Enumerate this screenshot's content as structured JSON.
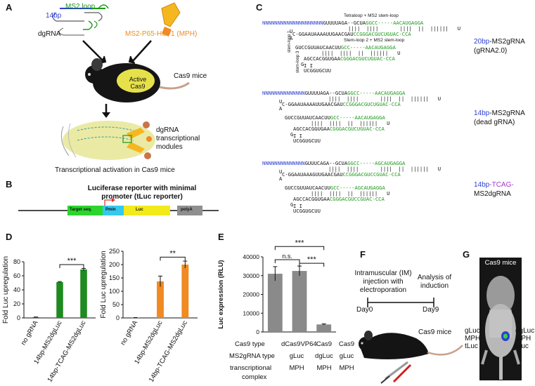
{
  "panel_labels": {
    "a": "A",
    "b": "B",
    "c": "C",
    "d": "D",
    "e": "E",
    "f": "F",
    "g": "G"
  },
  "panel_a": {
    "ms2_loop": "MS2 loop",
    "bp14": "14bp",
    "dgrna": "dgRNA",
    "mph_parts": [
      "MS2-",
      "P65-",
      "HSF1 (",
      "MPH",
      ")"
    ],
    "cas9_mice": "Cas9 mice",
    "active_cas9": [
      "Active",
      "Cas9"
    ],
    "modules": [
      "dgRNA",
      "transcriptional",
      "modules"
    ],
    "caption": "Transcriptional activation in Cas9 mice",
    "colors": {
      "blue": "#2b3fd1",
      "green": "#1a9a1a",
      "orange": "#f08a22",
      "yellow": "#e6e14a"
    }
  },
  "panel_b": {
    "title_line1": "Luciferase reporter with minimal",
    "title_line2": "promoter (tLuc reporter)",
    "segments": [
      "Target seq.",
      "Pmin",
      "Luc",
      "polyA"
    ]
  },
  "panel_c": {
    "annotations": {
      "tetraloop": "Tetraloop + MS2 stem-loop",
      "stemloop2": "Stem-loop 2 + MS2 stem-loop",
      "sl1": "stem-loop 1",
      "sl3": "stem-loop 3"
    },
    "labels": [
      {
        "colored": "20bp",
        "rest": "-MS2gRNA",
        "line2": "(gRNA2.0)"
      },
      {
        "colored": "14bp",
        "rest": "-MS2gRNA",
        "line2": "(dead gRNA)"
      },
      {
        "colored": "14bp",
        "colored2": "-TCAG-",
        "line2": "MS2dgRNA"
      }
    ],
    "seq": {
      "n20": "NNNNNNNNNNNNNNNNNNNN",
      "n14": "NNNNNNNNNNNNNN",
      "g1a": "GUUUUAGA--GCUA",
      "g1b": "GGCC-----AACAUGAGGA",
      "bars1": "||||  ||||       ||||  ||  ||||||   U",
      "u1": "U",
      "a1": "A",
      "l2a": "C-GGAAUAAAAUUGAACGAU",
      "l2b": "CCGGGACGUCUGUAC-CCA",
      "l3a": "GUCCGUUAUCAACUU",
      "l3b": "GCC-----AACAUGAGGA",
      "bars2": "||||  ||||  ||  ||||||   U",
      "l4a": "AGCCACGGUGAA",
      "l4b": "CGGGACGUCUGUAC-CCA",
      "g_": "G",
      "ii": "I I",
      "l5": "UCGGUGCUU",
      "g3a": "GUUUCAGA--GCUA",
      "g3b": "GGCC-----AGCAUGAGGA",
      "l2c": "C-GGAAUAAAGUUGAACGAU",
      "l2d": "CCGGGACGUCCGUAC-CCA",
      "l3c": "GUCCGUUAUCAACUU",
      "l3d": "GCC-----AGCAUGAGGA",
      "l4c": "AGCCACGGUGAA",
      "l4d": "CGGGACGUCCGUAC-CCA"
    }
  },
  "panel_d": {
    "chart_data": [
      {
        "type": "bar",
        "categories": [
          "no gRNA",
          "14bp-MS2dgLuc",
          "14bp-TCAG-MS2dgLuc"
        ],
        "values": [
          1,
          51,
          69
        ],
        "errors": [
          0.3,
          0.8,
          1.5
        ],
        "ylabel": "Fold Luc upregulation",
        "ylim": [
          0,
          80
        ],
        "yticks": [
          0,
          20,
          40,
          60,
          80
        ],
        "color": "#1f8a1f",
        "significance": "***"
      },
      {
        "type": "bar",
        "categories": [
          "no gRNA",
          "14bp-MS2dgLuc",
          "14bp-TCAG-MS2dgLuc"
        ],
        "values": [
          1,
          137,
          200
        ],
        "errors": [
          0.3,
          20,
          13
        ],
        "ylabel": "Fold Luc upregulation",
        "ylim": [
          0,
          250
        ],
        "yticks": [
          0,
          50,
          100,
          150,
          200,
          250
        ],
        "color": "#f08a22",
        "significance": "**"
      }
    ]
  },
  "panel_e": {
    "chart_data": {
      "type": "bar",
      "categories": [
        "dCas9VP64",
        "Cas9",
        "Cas9"
      ],
      "values": [
        31000,
        32500,
        4000
      ],
      "errors": [
        3800,
        2600,
        300
      ],
      "ylabel": "Luc expression (RLU)",
      "ylim": [
        0,
        40000
      ],
      "yticks": [
        0,
        10000,
        20000,
        30000,
        40000
      ],
      "color": "#8a8a8a",
      "significance": [
        "n.s.",
        "***",
        "***"
      ]
    },
    "table": {
      "rows": [
        {
          "label": "Cas9 type",
          "values": [
            "dCas9VP64",
            "Cas9",
            "Cas9"
          ]
        },
        {
          "label": "MS2gRNA type",
          "values": [
            "gLuc",
            "dgLuc",
            "gLuc"
          ]
        },
        {
          "label": "transcriptional",
          "values": [
            "",
            "",
            ""
          ]
        },
        {
          "label": "complex",
          "values": [
            "MPH",
            "MPH",
            "MPH"
          ]
        }
      ]
    }
  },
  "panel_f": {
    "left_text": [
      "Intramuscular (IM)",
      "injection with",
      "electroporation"
    ],
    "right_text": [
      "Analysis of",
      "induction"
    ],
    "day0": "Day0",
    "day9": "Day9",
    "mouse_label": "Cas9 mice"
  },
  "panel_g": {
    "title": "Cas9 mice",
    "left": [
      "gLuc",
      "MPH",
      "tLuc"
    ],
    "right": [
      "dgLuc",
      "MPH",
      "tLuc"
    ]
  }
}
